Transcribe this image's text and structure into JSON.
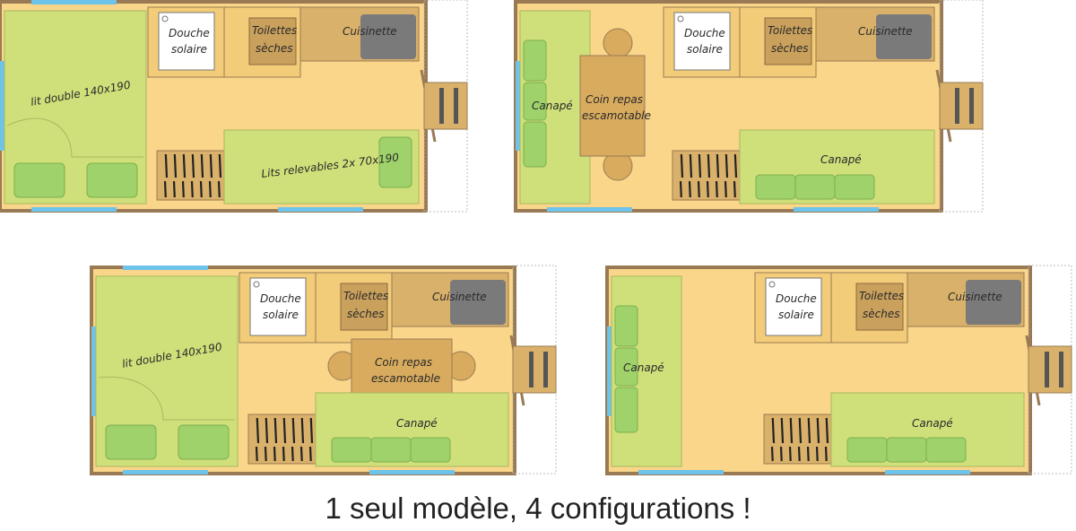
{
  "caption": "1 seul modèle, 4 configurations !",
  "colors": {
    "wall": "#9a7a55",
    "floor": "#f9d689",
    "bed": "#cfe07a",
    "pillow": "#9fd26a",
    "wood": "#d9b16a",
    "window": "#6ec3ea",
    "sink": "#7a7a7a",
    "table": "#d8ab5e"
  },
  "plans": [
    {
      "name": "plan-1",
      "labels": {
        "bed": "lit double 140x190",
        "shower_line1": "Douche",
        "shower_line2": "solaire",
        "toilet_line1": "Toilettes",
        "toilet_line2": "sèches",
        "kitchen": "Cuisinette",
        "bunks": "Lits relevables 2x 70x190"
      }
    },
    {
      "name": "plan-2",
      "labels": {
        "sofa_left": "Canapé",
        "table_line1": "Coin repas",
        "table_line2": "escamotable",
        "shower_line1": "Douche",
        "shower_line2": "solaire",
        "toilet_line1": "Toilettes",
        "toilet_line2": "sèches",
        "kitchen": "Cuisinette",
        "sofa_bottom": "Canapé"
      }
    },
    {
      "name": "plan-3",
      "labels": {
        "bed": "lit double 140x190",
        "shower_line1": "Douche",
        "shower_line2": "solaire",
        "toilet_line1": "Toilettes",
        "toilet_line2": "sèches",
        "kitchen": "Cuisinette",
        "table_line1": "Coin repas",
        "table_line2": "escamotable",
        "sofa_bottom": "Canapé"
      }
    },
    {
      "name": "plan-4",
      "labels": {
        "sofa_left": "Canapé",
        "shower_line1": "Douche",
        "shower_line2": "solaire",
        "toilet_line1": "Toilettes",
        "toilet_line2": "sèches",
        "kitchen": "Cuisinette",
        "sofa_bottom": "Canapé"
      }
    }
  ]
}
